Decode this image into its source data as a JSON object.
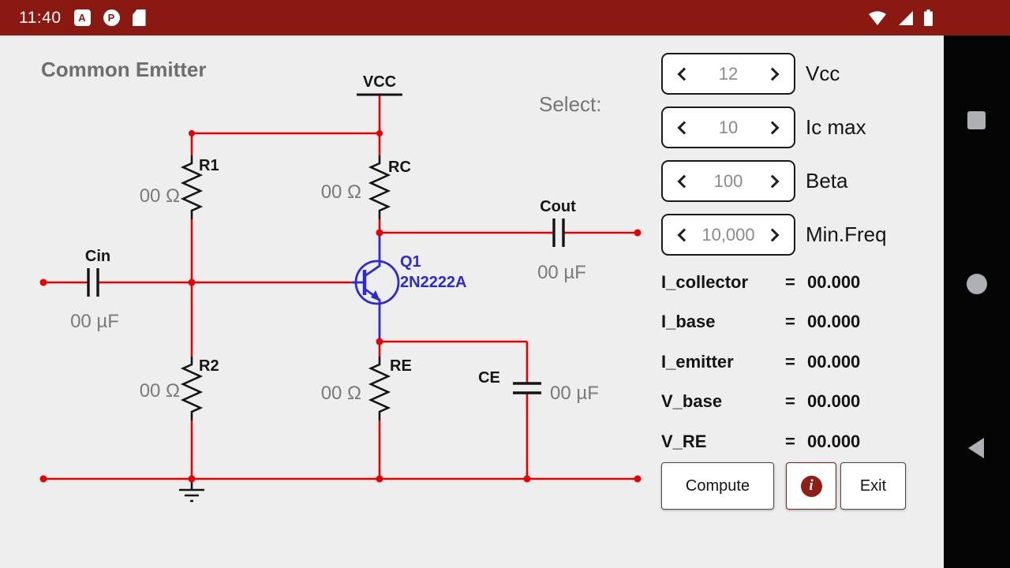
{
  "status_bar": {
    "time": "11:40",
    "app_icon_1": "A",
    "app_icon_2": "P"
  },
  "title": "Common Emitter",
  "select_label": "Select:",
  "steppers": [
    {
      "value": "12",
      "label": "Vcc"
    },
    {
      "value": "10",
      "label": "Ic max"
    },
    {
      "value": "100",
      "label": "Beta"
    },
    {
      "value": "10,000",
      "label": "Min.Freq"
    }
  ],
  "equals": "=",
  "results": [
    {
      "label": "I_collector",
      "value": "00.000"
    },
    {
      "label": "I_base",
      "value": "00.000"
    },
    {
      "label": "I_emitter",
      "value": "00.000"
    },
    {
      "label": "V_base",
      "value": "00.000"
    },
    {
      "label": "V_RE",
      "value": "00.000"
    }
  ],
  "buttons": {
    "compute": "Compute",
    "info_glyph": "i",
    "exit": "Exit"
  },
  "circuit": {
    "vcc_label": "VCC",
    "r1": {
      "name": "R1",
      "value": "00 Ω"
    },
    "rc": {
      "name": "RC",
      "value": "00 Ω"
    },
    "r2": {
      "name": "R2",
      "value": "00 Ω"
    },
    "re": {
      "name": "RE",
      "value": "00 Ω"
    },
    "cin": {
      "name": "Cin",
      "value": "00 µF"
    },
    "cout": {
      "name": "Cout",
      "value": "00 µF"
    },
    "ce": {
      "name": "CE",
      "value": "00 µF"
    },
    "q1": {
      "name": "Q1",
      "part": "2N2222A"
    }
  },
  "icons": {
    "decrement": "chevron-left",
    "increment": "chevron-right",
    "info": "info-circle"
  },
  "colors": {
    "status_bar": "#8a1911",
    "accent_red": "#8f1d18",
    "wire_red": "#e60000",
    "transistor_blue": "#2b2bd0",
    "background": "#eeeeee"
  }
}
